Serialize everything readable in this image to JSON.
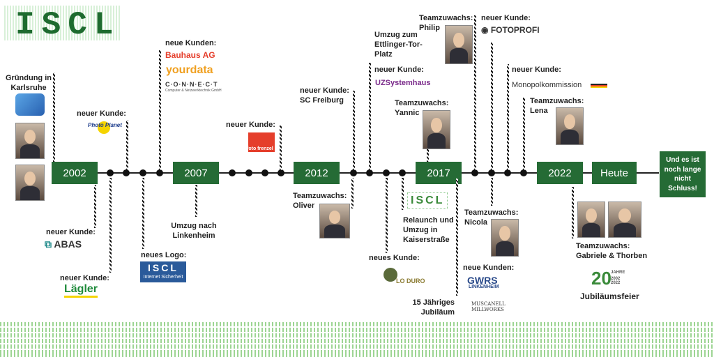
{
  "brand": {
    "logo": "ISCL"
  },
  "years": [
    "2002",
    "2007",
    "2012",
    "2017",
    "2022",
    "Heute"
  ],
  "end_text": "Und es ist noch lange nicht Schluss!",
  "events": {
    "gruendung": "Gründung in Karlsruhe",
    "kunde_photo": "neuer Kunde:",
    "kunde_abas": "neuer Kunde:",
    "kunde_laegler": "neuer Kunde:",
    "logo_neu": "neues Logo:",
    "kunden_bauhaus": "neue Kunden:",
    "umzug_linkenheim": "Umzug nach Linkenheim",
    "kunde_fotofrenzel": "neuer Kunde:",
    "kunde_scf": "neuer Kunde: SC Freiburg",
    "team_oliver": "Teamzuwachs: Oliver",
    "umzug_ettlinger": "Umzug zum Ettlinger-Tor-Platz",
    "kunde_uzs": "neuer Kunde:",
    "team_yannic": "Teamzuwachs: Yannic",
    "kunde_lodu": "neues Kunde:",
    "relaunch": "Relaunch und Umzug in Kaiserstraße",
    "jubilaeum15": "15 Jähriges Jubiläum",
    "team_philip": "Teamzuwachs: Philip",
    "kunde_fotoprofi": "neuer Kunde:",
    "team_nicola": "Teamzuwachs: Nicola",
    "kunden_gwrs": "neue Kunden:",
    "kunde_monopol": "neuer Kunde:",
    "team_lena": "Teamzuwachs: Lena",
    "team_gt": "Teamzuwachs: Gabriele & Thorben",
    "jubilaeumsfeier": "Jubiläumsfeier"
  },
  "logos": {
    "abas": "ABAS",
    "laegler": "Lägler",
    "bauhaus": "Bauhaus AG",
    "yourdata": "yourdata",
    "connect": "C·O·N·N·E·C·T",
    "connect_sub": "Computer & Netzwerktechnik GmbH",
    "iscl_new": "ISCL",
    "iscl_new_sub": "Internet Sicherheit",
    "photo_planet": "Photo Planet",
    "uzs": "UZSystemhaus",
    "iscl_relaunch": "ISCL",
    "lodu": "LO DURO",
    "fotoprofi": "FOTOPROFI",
    "gwrs": "GWRS",
    "gwrs_sub": "LINKENHEIM",
    "muscanell": "MUSCANELL MILLWORKS",
    "monopol": "Monopolkommission",
    "jahre20": "20",
    "jahre_txt": "JAHRE",
    "jahre_range": "2002 2022",
    "fotofrenzel": "foto frenzel"
  },
  "colors": {
    "green": "#256b35",
    "accent_red": "#e53e2b",
    "accent_orange": "#f0a020",
    "yellow": "#f5d400"
  }
}
